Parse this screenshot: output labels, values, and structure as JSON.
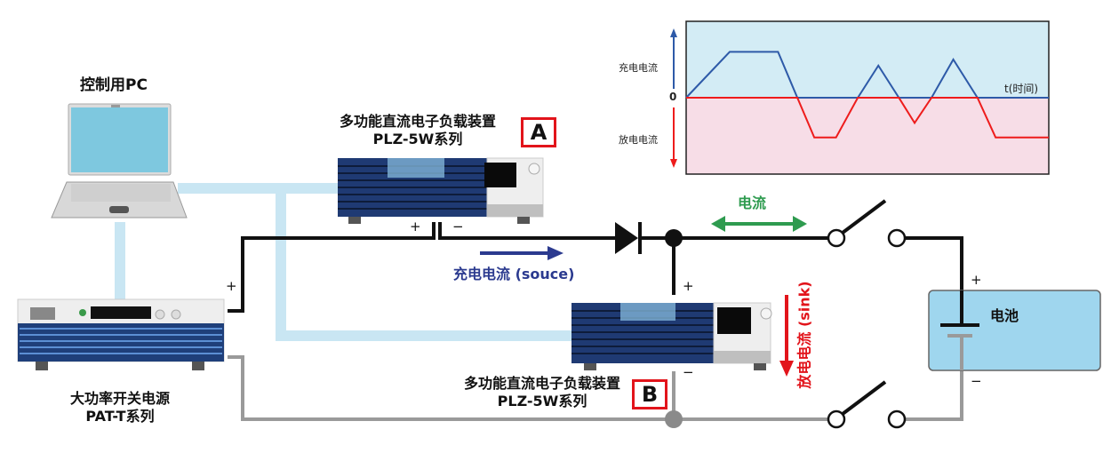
{
  "pc": {
    "label": "控制用PC"
  },
  "load_a": {
    "title": "多功能直流电子负载装置",
    "series": "PLZ-5W系列",
    "tag": "A"
  },
  "load_b": {
    "title": "多功能直流电子负载装置",
    "series": "PLZ-5W系列",
    "tag": "B"
  },
  "power_supply": {
    "title": "大功率开关电源",
    "series": "PAT-T系列"
  },
  "battery": {
    "label": "电池"
  },
  "annotations": {
    "charge_current": "充电电流 (souce)",
    "discharge_current": "放电电流 (sink)",
    "current": "电流",
    "plus": "+",
    "minus": "−"
  },
  "colors": {
    "charge": "#2b3a8f",
    "discharge": "#e2141b",
    "current": "#2e9b4f",
    "signal_line": "#c9e6f3",
    "battery_fill": "#9fd6ee",
    "chart_top": "#d3ecf5",
    "chart_bottom": "#f7dde7",
    "chart_blue": "#2e5aa8",
    "chart_red": "#ee1c1c"
  },
  "chart_data": {
    "type": "line",
    "title": "",
    "xlabel": "t(时间)",
    "ylabel_top": "充电电流",
    "ylabel_bottom": "放电电流",
    "zero_label": "0",
    "ylim": [
      -1,
      1
    ],
    "x": [
      0,
      1,
      2,
      3,
      4,
      5,
      6,
      7,
      8,
      9,
      10,
      11,
      12,
      13,
      14,
      15,
      16,
      17,
      18,
      19,
      20,
      21,
      22,
      23,
      24,
      25,
      26,
      27,
      28,
      29,
      30
    ],
    "series": [
      {
        "name": "充电电流",
        "points": [
          [
            0,
            0
          ],
          [
            3.6,
            0.6
          ],
          [
            7.6,
            0.6
          ],
          [
            9.2,
            0
          ],
          [
            14.2,
            0
          ],
          [
            15.9,
            0.42
          ],
          [
            17.6,
            0
          ],
          [
            20.3,
            0
          ],
          [
            22.1,
            0.5
          ],
          [
            24.1,
            0
          ],
          [
            30,
            0
          ]
        ]
      },
      {
        "name": "放电电流",
        "points": [
          [
            0,
            0
          ],
          [
            9.2,
            0
          ],
          [
            10.6,
            -0.52
          ],
          [
            12.4,
            -0.52
          ],
          [
            14.2,
            0
          ],
          [
            17.6,
            0
          ],
          [
            18.9,
            -0.33
          ],
          [
            20.3,
            0
          ],
          [
            24.1,
            0
          ],
          [
            25.6,
            -0.52
          ],
          [
            30,
            -0.52
          ]
        ]
      }
    ]
  }
}
